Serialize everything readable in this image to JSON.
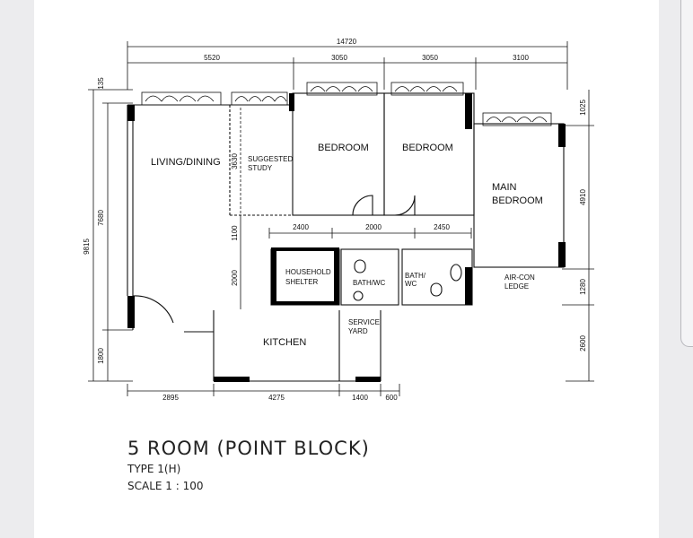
{
  "plan": {
    "dimensions_top": [
      "14720",
      "5520",
      "3050",
      "3050",
      "3100"
    ],
    "dimensions_bottom": [
      "2895",
      "4275",
      "1400",
      "600"
    ],
    "dimensions_left": [
      "9815",
      "7680",
      "1800",
      "135"
    ],
    "dimensions_right": [
      "1025",
      "4910",
      "1280",
      "2600"
    ],
    "dimensions_inner": [
      "3630",
      "1100",
      "2000",
      "2400",
      "2000",
      "2450"
    ],
    "rooms": {
      "living": "LIVING/DINING",
      "study_line1": "SUGGESTED",
      "study_line2": "STUDY",
      "bedroom1": "BEDROOM",
      "bedroom2": "BEDROOM",
      "main_line1": "MAIN",
      "main_line2": "BEDROOM",
      "shelter_line1": "HOUSEHOLD",
      "shelter_line2": "SHELTER",
      "bath1": "BATH/WC",
      "bath2_line1": "BATH/",
      "bath2_line2": "WC",
      "aircon_line1": "AIR-CON",
      "aircon_line2": "LEDGE",
      "kitchen": "KITCHEN",
      "service_line1": "SERVICE",
      "service_line2": "YARD"
    }
  },
  "title": {
    "main": "5 ROOM (POINT BLOCK)",
    "type": "TYPE 1(H)",
    "scale": "SCALE 1 : 100"
  },
  "colors": {
    "ink": "#111111",
    "wall": "#000000",
    "background": "#ececee",
    "sheet": "#ffffff"
  }
}
